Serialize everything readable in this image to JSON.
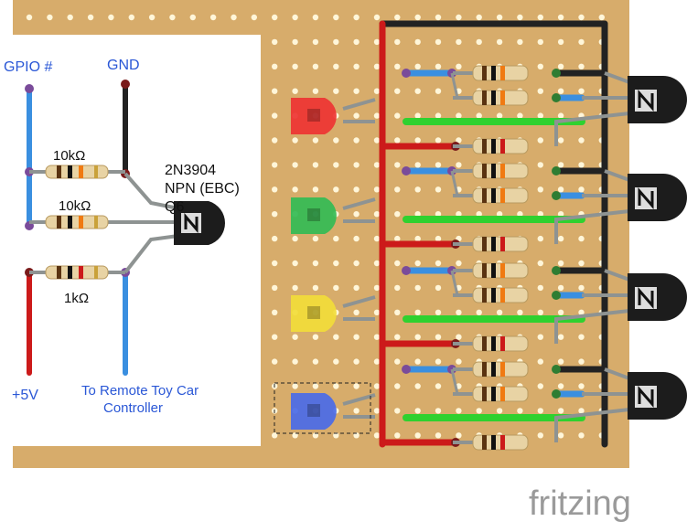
{
  "schematic": {
    "gpio_label": "GPIO #",
    "gnd_label": "GND",
    "vcc_label": "+5V",
    "output_label_line1": "To Remote Toy Car",
    "output_label_line2": "Controller",
    "transistor_line1": "2N3904",
    "transistor_line2": "NPN (EBC)",
    "transistor_line3": "Q6",
    "resistor_1_value": "10kΩ",
    "resistor_2_value": "10kΩ",
    "resistor_3_value": "1kΩ"
  },
  "watermark": "fritzing",
  "colors": {
    "board": "#d7ac6b",
    "hole": "#fff6d9",
    "wire_red": "#cc1a1a",
    "wire_black": "#222222",
    "wire_blue": "#3a8fe0",
    "wire_green": "#2fd12f",
    "lead_gray": "#8e9392",
    "resistor_body": "#e8d3a4",
    "led_red": "#ee3333",
    "led_green": "#33bb55",
    "led_yellow": "#f2dc3a",
    "led_blue": "#4a6ae8",
    "label_blue": "#2a57d6",
    "watermark_gray": "#9a9a9a"
  },
  "leds": [
    {
      "name": "led-red",
      "color": "led_red"
    },
    {
      "name": "led-green",
      "color": "led_green"
    },
    {
      "name": "led-yellow",
      "color": "led_yellow"
    },
    {
      "name": "led-blue",
      "color": "led_blue"
    }
  ]
}
